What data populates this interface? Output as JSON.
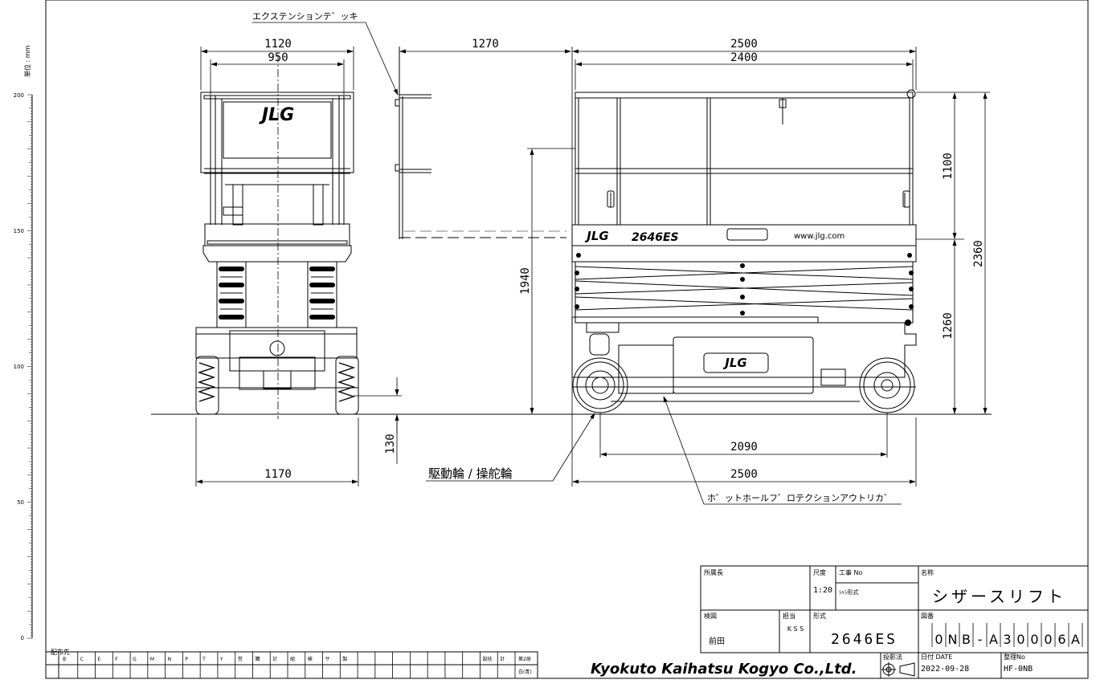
{
  "unit_label": "単位 : mm",
  "scale_ticks": [
    "200",
    "150",
    "100",
    "50",
    "0"
  ],
  "callouts": {
    "extension_deck": "エクステンションテ゛ッキ",
    "drive_steer_wheel": "駆動輪 / 操舵輪",
    "pothole_outrigger": "ホ゜ットホールフ゜ロテクションアウトリカ゛"
  },
  "dimensions": {
    "front_top_width": "1120",
    "front_inner_width": "950",
    "front_base_width": "1170",
    "ground_clearance": "130",
    "deck_extension": "1270",
    "side_total_length_top": "2500",
    "side_platform_length": "2400",
    "guard_rail_height": "1100",
    "total_height": "2360",
    "platform_height": "1940",
    "deck_height": "1260",
    "wheelbase": "2090",
    "side_total_length_bottom": "2500"
  },
  "machine_labels": {
    "brand_logo": "JLG",
    "model_badge": "2646ES",
    "website": "www.jlg.com"
  },
  "title_block": {
    "affiliation_label": "所属長",
    "scale_label": "尺度",
    "scale_value": "1:20",
    "job_no_label": "工事 No",
    "chassis_type_label": "ｼｬｼ形式",
    "name_label": "名称",
    "name_value": "シザースリフト",
    "review_label": "検図",
    "review_name": "前田",
    "charge_label": "担当",
    "charge_initials": "K S S",
    "model_label": "形式",
    "model_value": "2646ES",
    "drawing_no_label": "図番",
    "drawing_no_chars": [
      "0",
      "N",
      "B",
      "-",
      "A",
      "3",
      "0",
      "0",
      "0",
      "6",
      "A"
    ],
    "company": "Kyokuto Kaihatsu Kogyo Co.,Ltd.",
    "projection_label": "投影法",
    "date_label": "日付 DATE",
    "date_value": "2022-09-28",
    "file_no_label": "整理No",
    "file_no_value": "HF-0NB"
  },
  "distribution_bar": {
    "side_label": "配布先",
    "cells": [
      "B",
      "C",
      "E",
      "F",
      "G",
      "M",
      "N",
      "P",
      "T",
      "Y",
      "営",
      "購",
      "計",
      "組",
      "検",
      "サ",
      "製",
      "",
      "",
      "",
      "",
      "",
      "",
      "",
      "設技",
      "計"
    ],
    "original_label": "第2原",
    "copy_label": "白(青)"
  }
}
